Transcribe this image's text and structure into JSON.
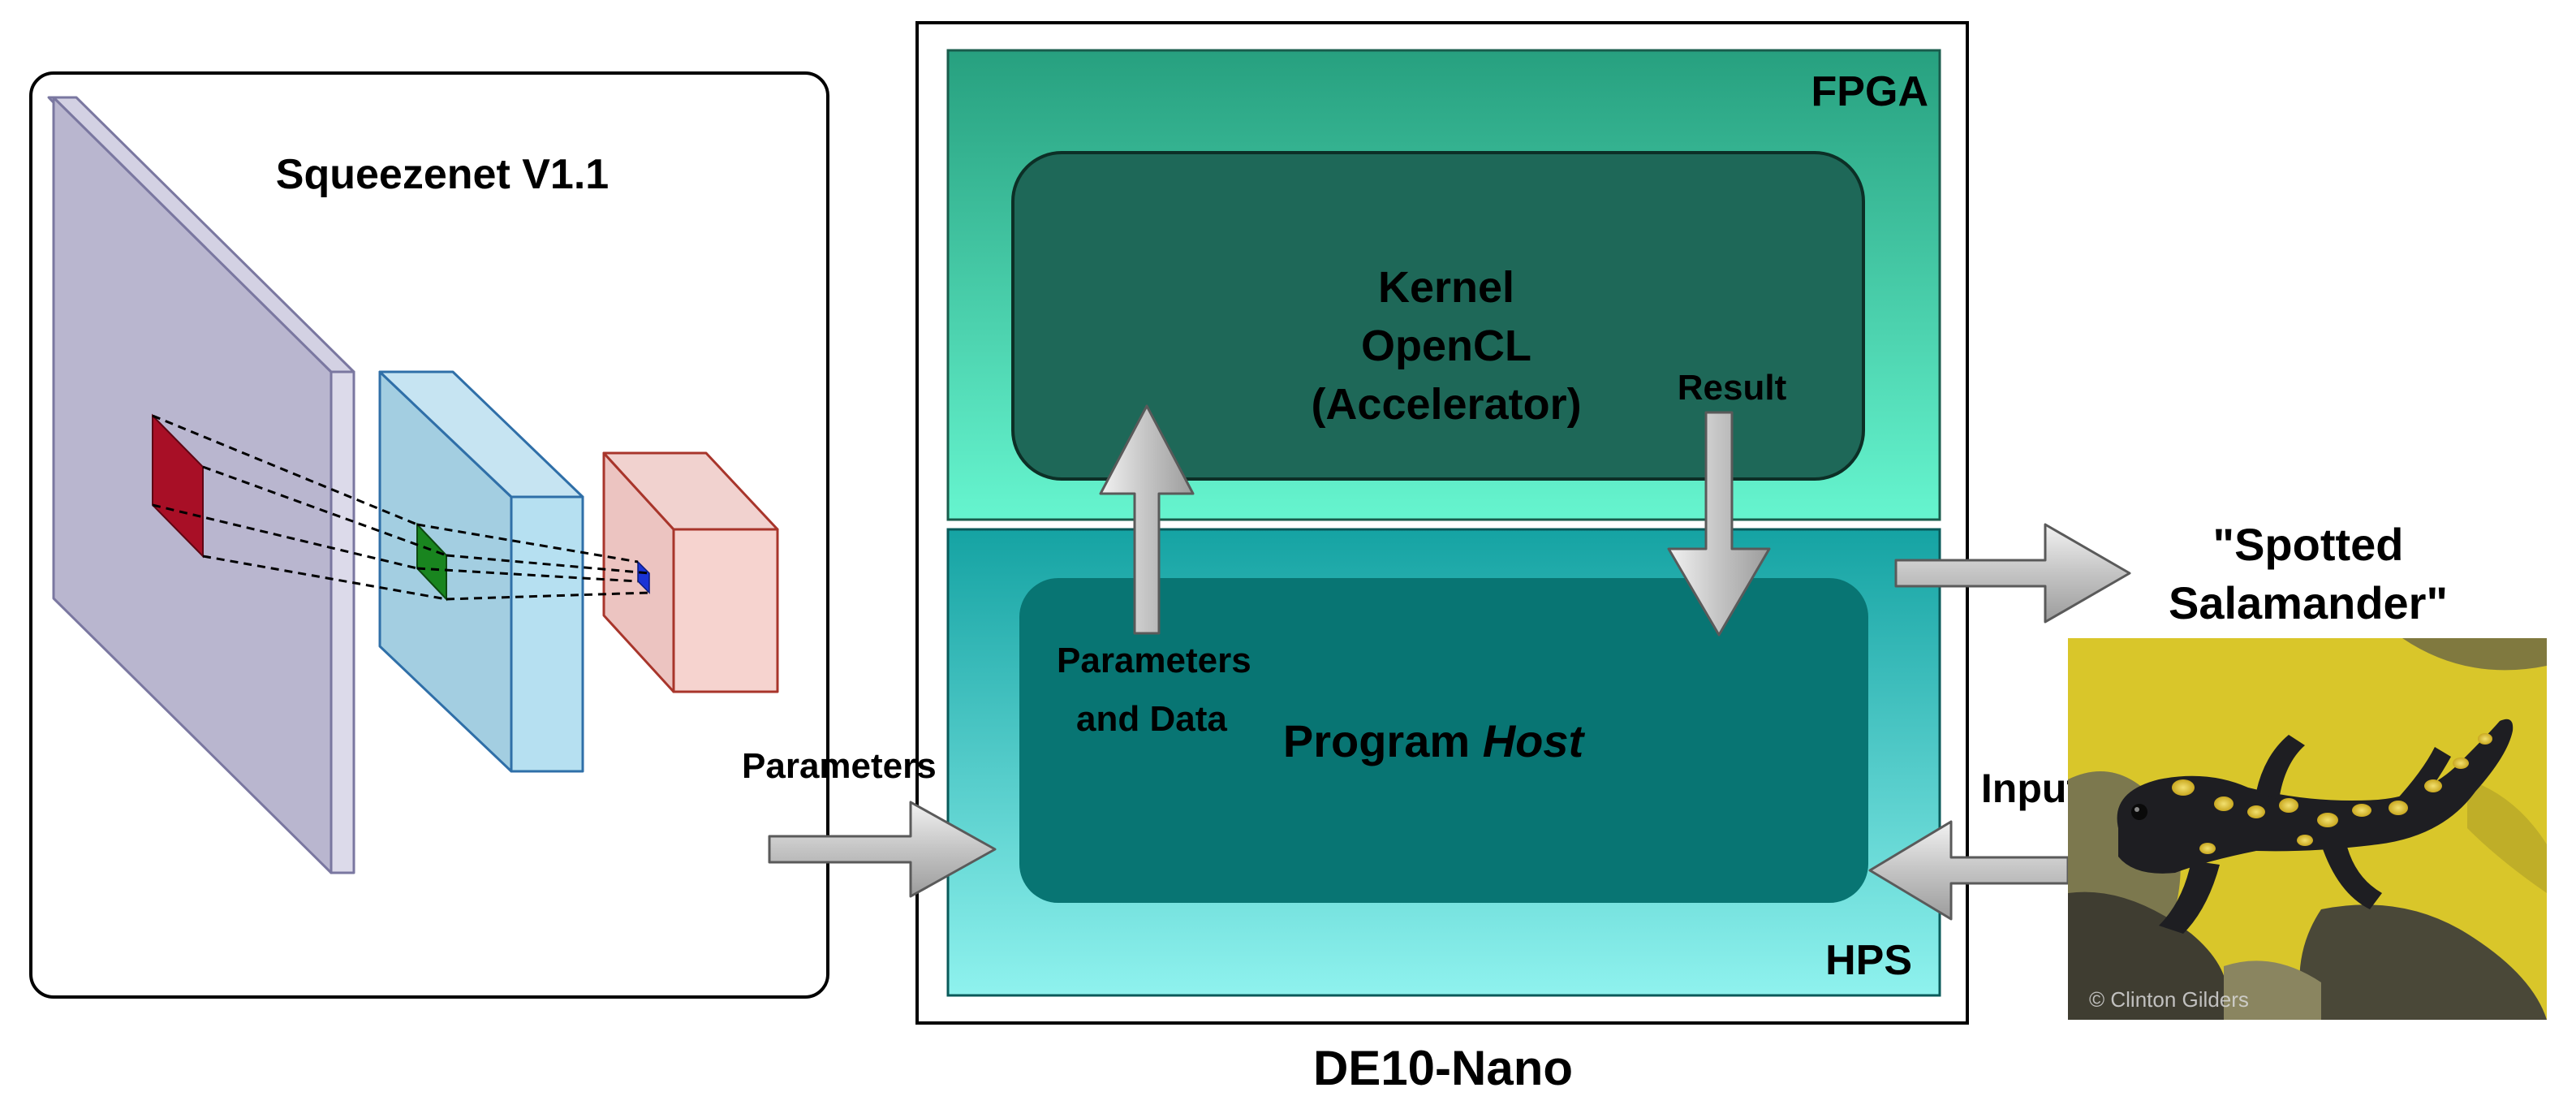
{
  "left_panel": {
    "title": "Squeezenet V1.1"
  },
  "board": {
    "label": "DE10-Nano",
    "fpga": {
      "label": "FPGA",
      "kernel_line1": "Kernel",
      "kernel_line2": "OpenCL",
      "kernel_line3": "(Accelerator)"
    },
    "hps": {
      "label": "HPS",
      "host_prefix": "Program ",
      "host_italic": "Host"
    }
  },
  "arrows": {
    "params_and_data_line1": "Parameters",
    "params_and_data_line2": "and  Data",
    "result": "Result",
    "parameters_in": "Parameters",
    "input": "Input"
  },
  "output": {
    "line1": "\"Spotted",
    "line2": "Salamander\""
  },
  "photo": {
    "watermark": "© Clinton Gilders"
  },
  "colors": {
    "fpga_top": "#27a07f",
    "fpga_bottom": "#66f5cf",
    "kernel_fill": "#1e6858",
    "hps_top": "#15a3a3",
    "hps_bottom": "#8ff2ee",
    "host_fill": "#087573",
    "layer1": "#b9b6cf",
    "layer2": "#a3cee1",
    "layer3": "#ecc4c1"
  }
}
